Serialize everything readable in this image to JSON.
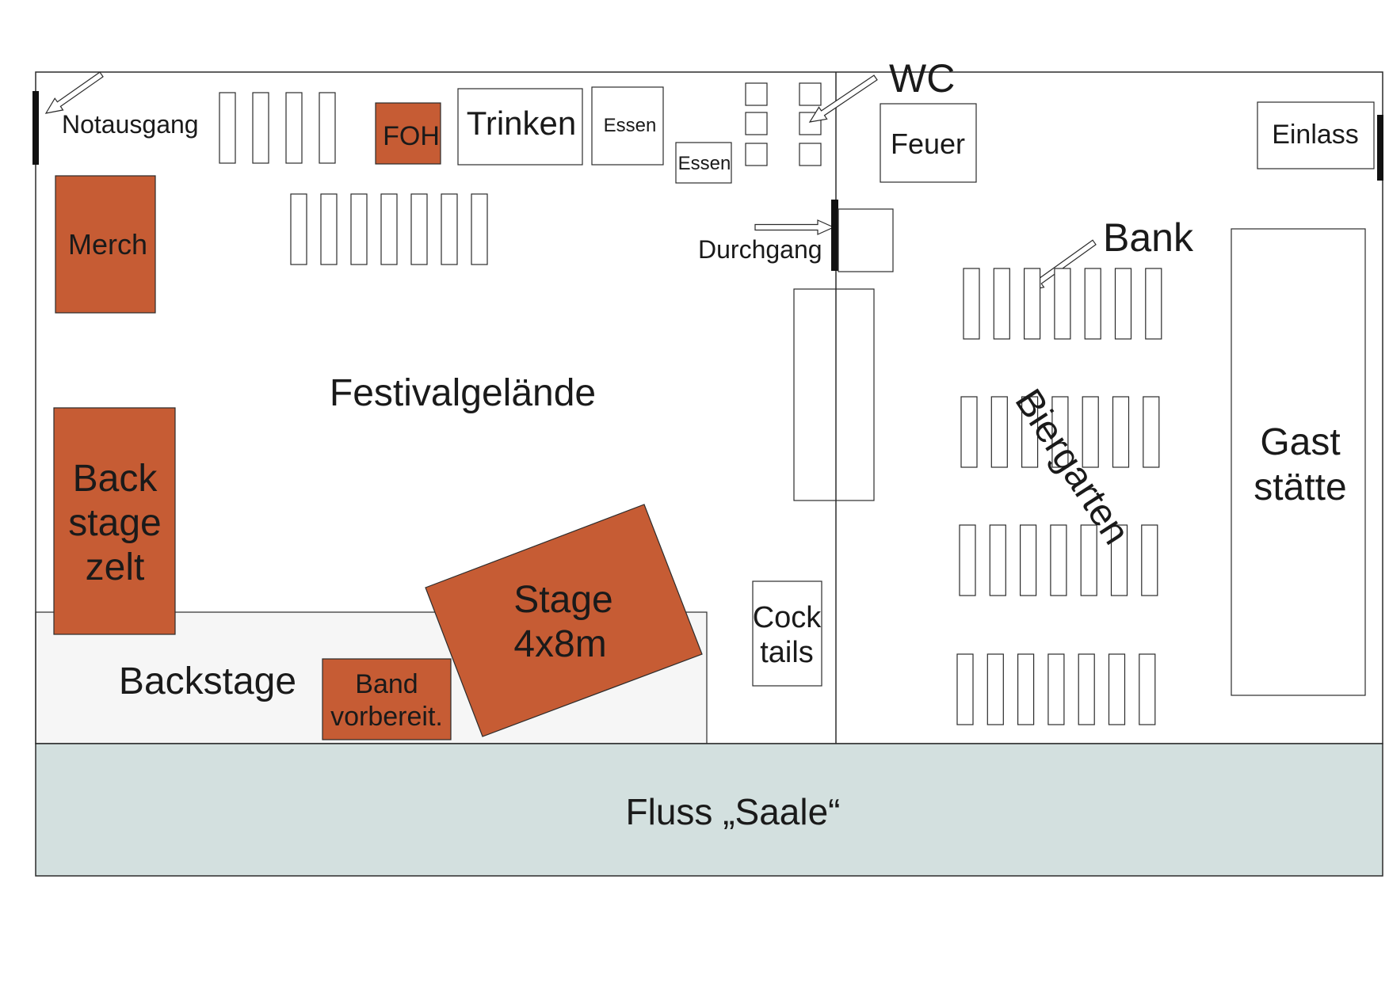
{
  "colors": {
    "border": "#2b2b2b",
    "orange": "#c65c34",
    "backstage_area": "#f6f6f6",
    "river": "#d3e0df",
    "white": "#ffffff"
  },
  "labels": {
    "notausgang": "Notausgang",
    "foh": "FOH",
    "trinken": "Trinken",
    "essen_1": "Essen",
    "essen_2": "Essen",
    "wc": "WC",
    "feuer": "Feuer",
    "einlass": "Einlass",
    "merch": "Merch",
    "durchgang": "Durchgang",
    "bank": "Bank",
    "festivalgelaende": "Festivalgelände",
    "biergarten": "Biergarten",
    "gaststaette_line1": "Gast",
    "gaststaette_line2": "stätte",
    "backstagezelt_line1": "Back",
    "backstagezelt_line2": "stage",
    "backstagezelt_line3": "zelt",
    "stage_line1": "Stage",
    "stage_line2": "4x8m",
    "cocktails_line1": "Cock",
    "cocktails_line2": "tails",
    "backstage": "Backstage",
    "band_line1": "Band",
    "band_line2": "vorbereit.",
    "fluss": "Fluss „Saale“"
  },
  "icons": {
    "arrow": "outline-arrow-icon",
    "exit_door": "exit-door-bar-icon"
  },
  "counts": {
    "top_benches": 4,
    "festival_benches": 7,
    "wc_cabins": 6,
    "biergarten_rows": 4,
    "biergarten_benches_per_row": 7
  }
}
